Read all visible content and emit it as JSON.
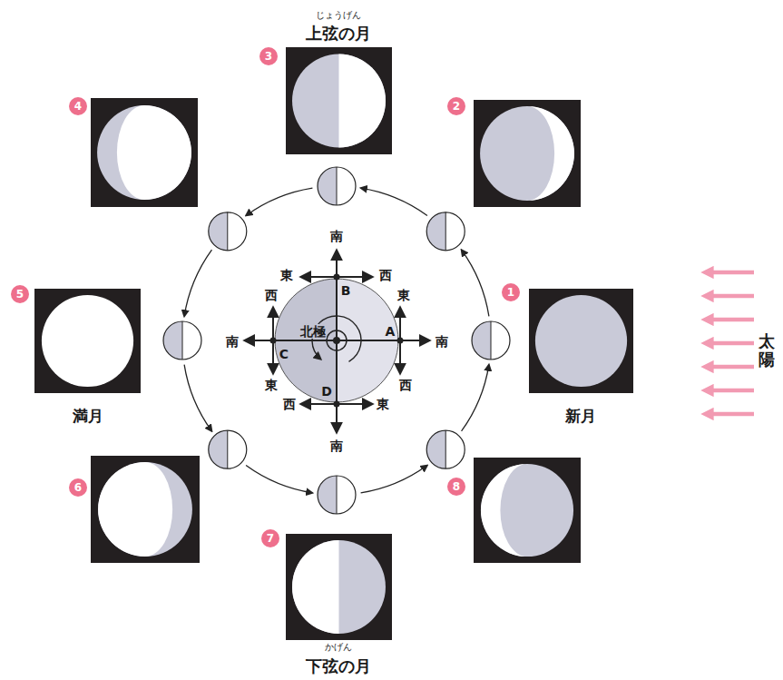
{
  "diagram": {
    "nodes": [
      {
        "text": [
          "3",
          "じょうげん",
          "上弦の月"
        ]
      },
      {
        "text": [
          "4"
        ]
      },
      {
        "text": [
          "2"
        ]
      },
      {
        "text": [
          "5",
          "満月"
        ]
      },
      {
        "text": [
          "北極"
        ]
      },
      {
        "text": [
          "1",
          "新月"
        ]
      },
      {
        "text": [
          "6"
        ]
      },
      {
        "text": [
          "8"
        ]
      },
      {
        "text": [
          "7",
          "かげん",
          "下弦の月"
        ]
      }
    ],
    "labels": [
      "南",
      "東",
      "西",
      "B",
      "西",
      "東",
      "南",
      "C",
      "A",
      "南",
      "太陽",
      "東",
      "西",
      "D",
      "西",
      "東",
      "南"
    ]
  }
}
